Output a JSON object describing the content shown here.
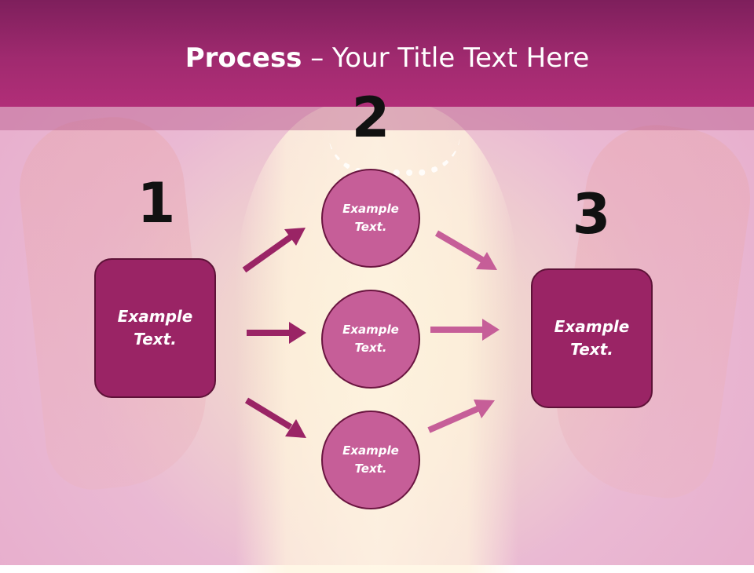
{
  "title": {
    "bold": "Process",
    "rest": " – Your Title Text Here"
  },
  "steps": [
    {
      "number": "1",
      "box_text": "Example Text."
    },
    {
      "number": "2",
      "circles": [
        "Example Text.",
        "Example Text.",
        "Example Text."
      ]
    },
    {
      "number": "3",
      "box_text": "Example Text."
    }
  ],
  "colors": {
    "header": "#a02a6f",
    "box": "#9a2465",
    "circle": "#c65e98",
    "arrow_dark": "#9a2465",
    "arrow_light": "#c65e98"
  }
}
